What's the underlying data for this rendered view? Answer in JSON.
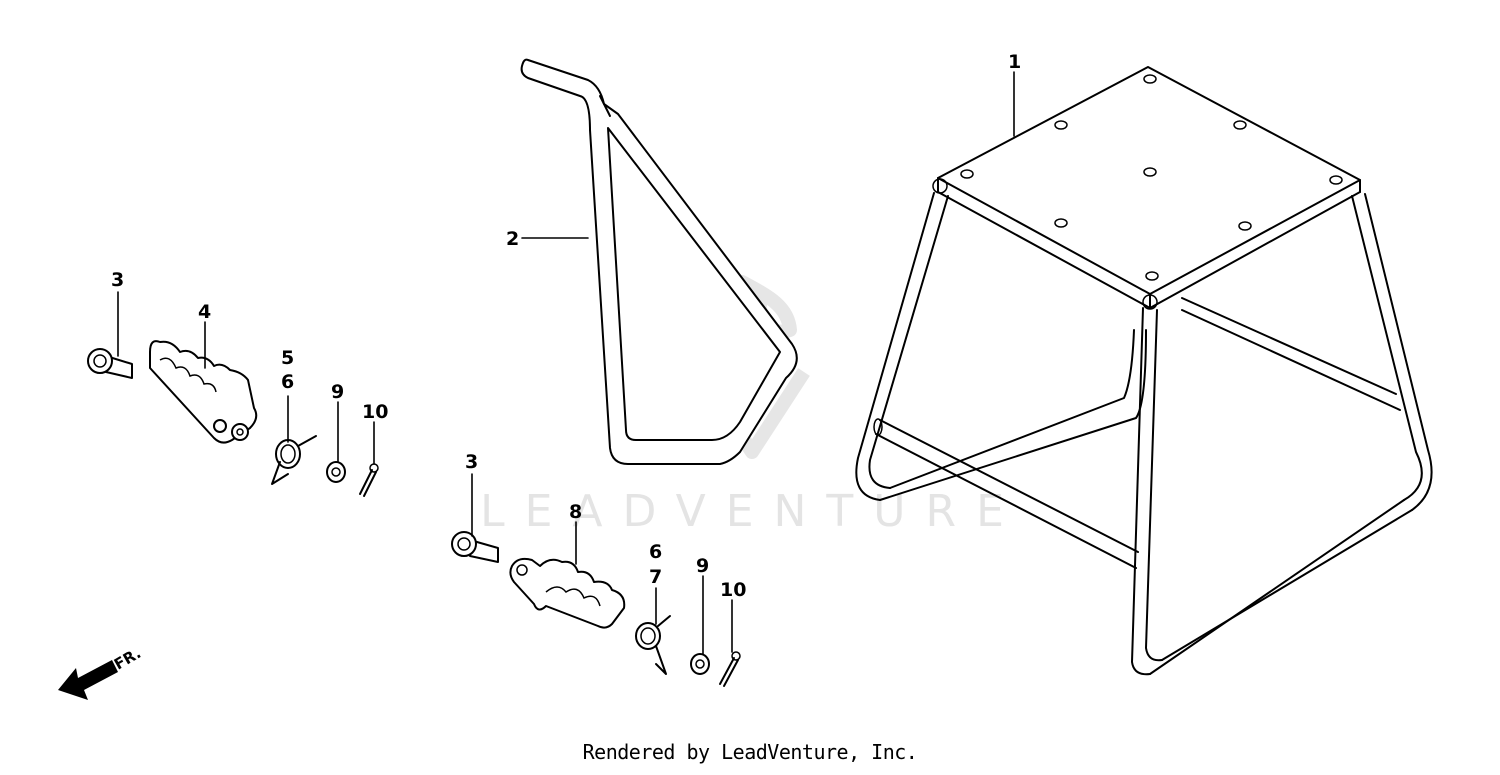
{
  "watermark": {
    "text": "LEADVENTURE"
  },
  "footer": {
    "text": "Rendered by LeadVenture, Inc."
  },
  "direction": {
    "label": "FR."
  },
  "callouts": {
    "c1": "1",
    "c2": "2",
    "c3a": "3",
    "c4": "4",
    "c5": "5",
    "c6a": "6",
    "c9a": "9",
    "c10a": "10",
    "c3b": "3",
    "c8": "8",
    "c6b": "6",
    "c7": "7",
    "c9b": "9",
    "c10b": "10"
  },
  "colors": {
    "line": "#000000",
    "background": "#ffffff",
    "watermark": "#e4e4e4"
  }
}
